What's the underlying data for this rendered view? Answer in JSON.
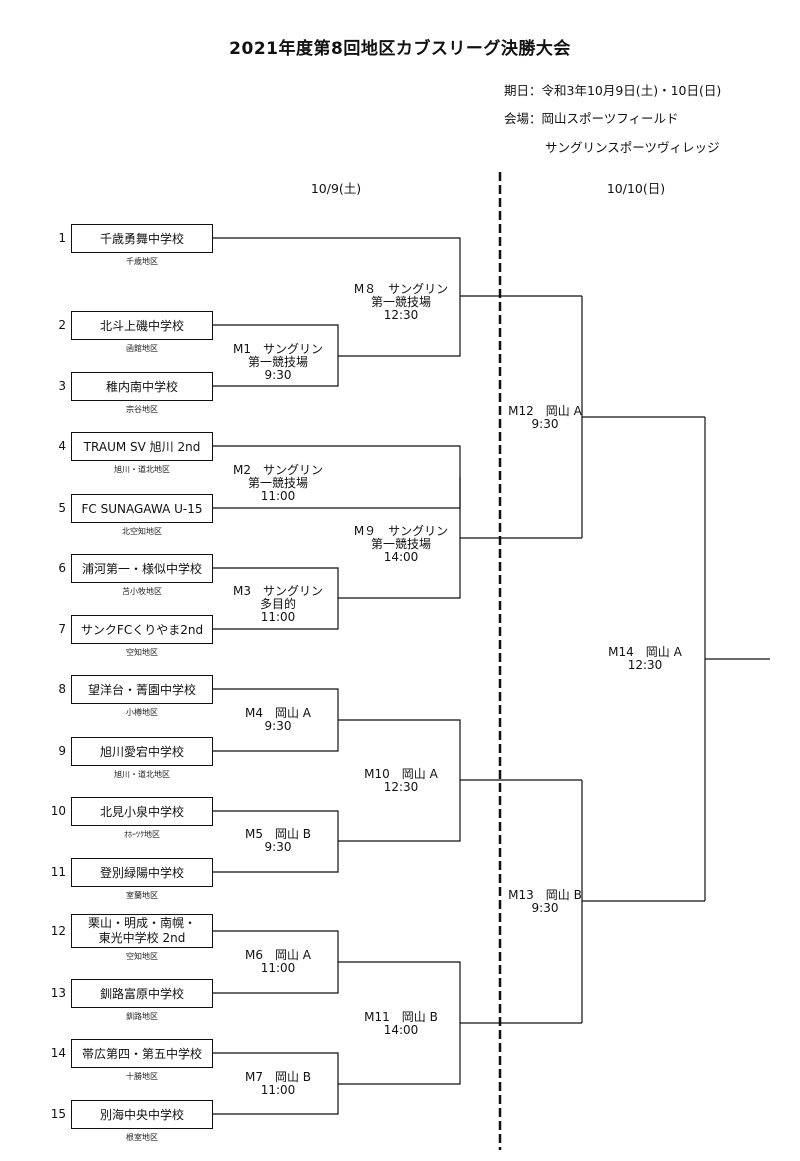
{
  "title": "2021年度第8回地区カブスリーグ決勝大会",
  "info": {
    "date": "期日：令和3年10月9日(土)・10日(日)",
    "venue": "会場：岡山スポーツフィールド",
    "venue2": "サングリンスポーツヴィレッジ"
  },
  "days": {
    "day1": "10/9(土)",
    "day2": "10/10(日)"
  },
  "teams": [
    {
      "seed": "1",
      "name": "千歳勇舞中学校",
      "region": "千歳地区"
    },
    {
      "seed": "2",
      "name": "北斗上磯中学校",
      "region": "函館地区"
    },
    {
      "seed": "3",
      "name": "稚内南中学校",
      "region": "宗谷地区"
    },
    {
      "seed": "4",
      "name": "TRAUM SV 旭川 2nd",
      "region": "旭川・道北地区"
    },
    {
      "seed": "5",
      "name": "FC SUNAGAWA U-15",
      "region": "北空知地区"
    },
    {
      "seed": "6",
      "name": "浦河第一・様似中学校",
      "region": "苫小牧地区"
    },
    {
      "seed": "7",
      "name": "サンクFCくりやま2nd",
      "region": "空知地区"
    },
    {
      "seed": "8",
      "name": "望洋台・菁園中学校",
      "region": "小樽地区"
    },
    {
      "seed": "9",
      "name": "旭川愛宕中学校",
      "region": "旭川・道北地区"
    },
    {
      "seed": "10",
      "name": "北見小泉中学校",
      "region": "ｵﾎｰﾂｸ地区"
    },
    {
      "seed": "11",
      "name": "登別緑陽中学校",
      "region": "室蘭地区"
    },
    {
      "seed": "12",
      "name": "栗山・明成・南幌・",
      "name2": "東光中学校 2nd",
      "region": "空知地区"
    },
    {
      "seed": "13",
      "name": "釧路富原中学校",
      "region": "釧路地区"
    },
    {
      "seed": "14",
      "name": "帯広第四・第五中学校",
      "region": "十勝地区"
    },
    {
      "seed": "15",
      "name": "別海中央中学校",
      "region": "根室地区"
    }
  ],
  "matches": {
    "m1": {
      "l1": "M1　サングリン",
      "l2": "第一競技場",
      "l3": "9:30"
    },
    "m2": {
      "l1": "M2　サングリン",
      "l2": "第一競技場",
      "l3": "11:00"
    },
    "m3": {
      "l1": "M3　サングリン",
      "l2": "多目的",
      "l3": "11:00"
    },
    "m4": {
      "l1": "M4　岡山 A",
      "l2": "9:30"
    },
    "m5": {
      "l1": "M5　岡山 B",
      "l2": "9:30"
    },
    "m6": {
      "l1": "M6　岡山 A",
      "l2": "11:00"
    },
    "m7": {
      "l1": "M7　岡山 B",
      "l2": "11:00"
    },
    "m8": {
      "l1": "M８　サングリン",
      "l2": "第一競技場",
      "l3": "12:30"
    },
    "m9": {
      "l1": "M９　サングリン",
      "l2": "第一競技場",
      "l3": "14:00"
    },
    "m10": {
      "l1": "M10　岡山 A",
      "l2": "12:30"
    },
    "m11": {
      "l1": "M11　岡山 B",
      "l2": "14:00"
    },
    "m12": {
      "l1": "M12　岡山 A",
      "l2": "9:30"
    },
    "m13": {
      "l1": "M13　岡山 B",
      "l2": "9:30"
    },
    "m14": {
      "l1": "M14　岡山 A",
      "l2": "12:30"
    }
  }
}
